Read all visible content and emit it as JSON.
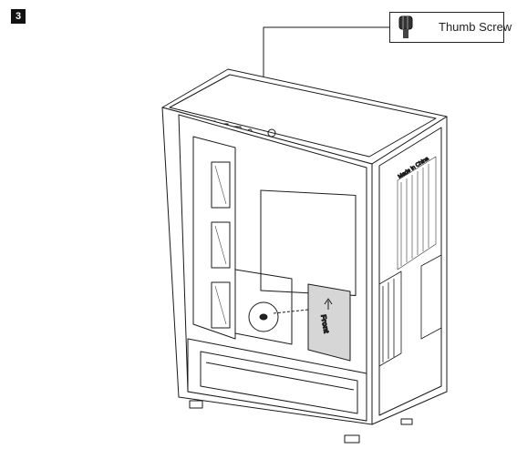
{
  "step": {
    "number": "3"
  },
  "callout": {
    "label": "Thumb Screw",
    "icon": "thumb-screw-icon"
  },
  "drive_tray": {
    "label": "Front"
  },
  "chassis": {
    "side_text": "Made in China"
  }
}
